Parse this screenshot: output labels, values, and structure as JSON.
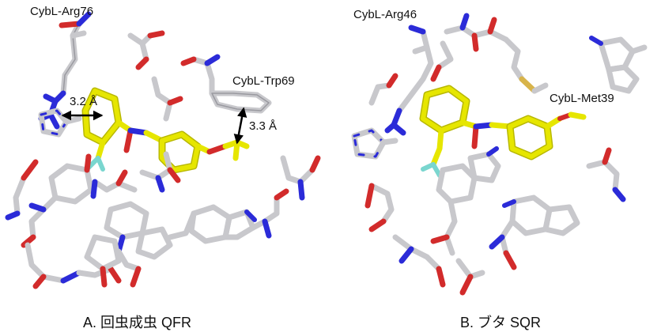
{
  "panelA": {
    "labels": [
      "CybL-Arg76",
      "CybL-Trp69"
    ],
    "distances": [
      "3.2 Å",
      "3.3 Å"
    ],
    "caption": "A. 回虫成虫 QFR"
  },
  "panelB": {
    "labels": [
      "CybL-Arg46",
      "CybL-Met39"
    ],
    "caption": "B. ブタ SQR"
  },
  "colors": {
    "carbon": "#c8c8cc",
    "nitrogen": "#2b2bd8",
    "oxygen": "#d22b2b",
    "fluorine": "#7ad6cf",
    "sulfur": "#d8b44a",
    "ligand": "#e6e600",
    "arrow": "#000000",
    "background": "#ffffff"
  }
}
